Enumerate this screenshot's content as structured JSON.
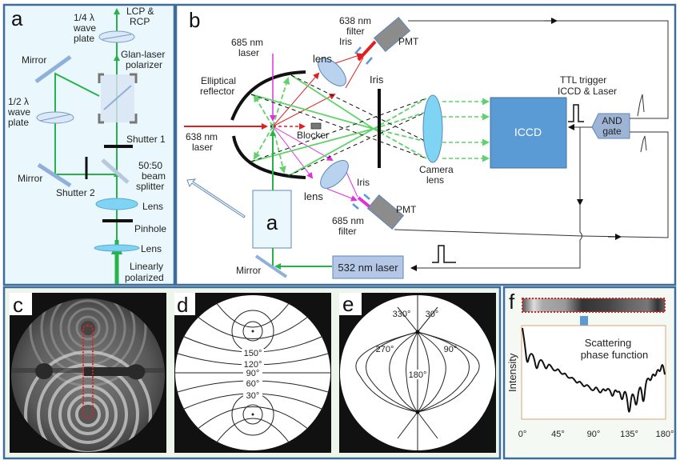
{
  "figure": {
    "colors": {
      "frame": "#3f6d9a",
      "panel_a_bg": "#eaf8fd",
      "panel_bottom_bg": "#eef5ea",
      "green_beam": "#26b44a",
      "green_dashed": "#5fd36a",
      "red_beam": "#e02020",
      "magenta_beam": "#e030e0",
      "lens_fill": "#b9d2ee",
      "camera_lens_fill": "#7fd4f4",
      "iccd_fill": "#5b9bd5",
      "and_gate_fill": "#9db4d4",
      "laser532_fill": "#b4c7e7",
      "pmt_fill": "#8c8c8c",
      "plot_border": "#d9a57a",
      "arrow_blue": "#5b9bd5"
    },
    "panel_a": {
      "letter": "a",
      "labels": {
        "lcp_rcp_1": "LCP &",
        "lcp_rcp_2": "RCP",
        "quarter_wave_1": "1/4 λ",
        "quarter_wave_2": "wave",
        "quarter_wave_3": "plate",
        "glan_1": "Glan-laser",
        "glan_2": "polarizer",
        "mirror_top": "Mirror",
        "half_wave_1": "1/2 λ",
        "half_wave_2": "wave",
        "half_wave_3": "plate",
        "shutter1": "Shutter 1",
        "splitter_1": "50:50",
        "splitter_2": "beam",
        "splitter_3": "splitter",
        "mirror_bottom": "Mirror",
        "shutter2": "Shutter 2",
        "lens_top": "Lens",
        "pinhole": "Pinhole",
        "lens_bottom": "Lens",
        "linear_1": "Linearly",
        "linear_2": "polarized"
      }
    },
    "panel_b": {
      "letter": "b",
      "labels": {
        "laser685_1": "685 nm",
        "laser685_2": "laser",
        "elliptical_1": "Elliptical",
        "elliptical_2": "reflector",
        "laser638_1": "638 nm",
        "laser638_2": "laser",
        "lens_top": "lens",
        "lens_bottom": "lens",
        "blocker": "Blocker",
        "filter638_1": "638 nm",
        "filter638_2": "filter",
        "iris_top": "Iris",
        "pmt_top": "PMT",
        "iris_center": "Iris",
        "camera_lens_1": "Camera",
        "camera_lens_2": "lens",
        "iccd": "ICCD",
        "ttl_1": "TTL trigger",
        "ttl_2": "ICCD & Laser",
        "and_1": "AND",
        "and_2": "gate",
        "iris_bottom": "Iris",
        "filter685_1": "685 nm",
        "filter685_2": "filter",
        "pmt_bottom": "PMT",
        "box_a": "a",
        "mirror": "Mirror",
        "laser532": "532 nm laser"
      }
    },
    "panel_c": {
      "letter": "c"
    },
    "panel_d": {
      "letter": "d",
      "angle_labels": [
        "150°",
        "120°",
        "90°",
        "60°",
        "30°"
      ]
    },
    "panel_e": {
      "letter": "e",
      "angle_labels": [
        "330°",
        "30°",
        "270°",
        "90°",
        "180°"
      ]
    },
    "panel_f": {
      "letter": "f",
      "annotation_1": "Scattering",
      "annotation_2": "phase function",
      "ylabel": "Intensity",
      "xticks": [
        "0°",
        "45°",
        "90°",
        "135°",
        "180°"
      ]
    }
  },
  "chart_data": {
    "type": "line",
    "title": "Scattering phase function",
    "xlabel": "",
    "ylabel": "Intensity",
    "xlim": [
      0,
      180
    ],
    "ylim": [
      0,
      1
    ],
    "x_tick_labels": [
      "0°",
      "45°",
      "90°",
      "135°",
      "180°"
    ],
    "grid": false,
    "series": [
      {
        "name": "phase function",
        "x": [
          0,
          3,
          6,
          9,
          12,
          15,
          18,
          21,
          24,
          27,
          30,
          33,
          36,
          39,
          42,
          45,
          48,
          51,
          54,
          57,
          60,
          63,
          66,
          69,
          72,
          75,
          78,
          81,
          84,
          87,
          90,
          93,
          96,
          99,
          102,
          105,
          108,
          111,
          114,
          117,
          120,
          123,
          126,
          129,
          132,
          135,
          138,
          141,
          144,
          147,
          150,
          153,
          156,
          159,
          162,
          165,
          168,
          171,
          174,
          177,
          180
        ],
        "values": [
          1.0,
          0.82,
          0.58,
          0.7,
          0.72,
          0.66,
          0.52,
          0.63,
          0.65,
          0.6,
          0.53,
          0.6,
          0.58,
          0.53,
          0.52,
          0.55,
          0.5,
          0.48,
          0.5,
          0.45,
          0.44,
          0.45,
          0.42,
          0.38,
          0.41,
          0.38,
          0.34,
          0.37,
          0.35,
          0.31,
          0.3,
          0.35,
          0.3,
          0.27,
          0.33,
          0.29,
          0.33,
          0.3,
          0.22,
          0.32,
          0.28,
          0.3,
          0.17,
          0.31,
          0.25,
          0.0,
          0.27,
          0.25,
          0.1,
          0.32,
          0.35,
          0.12,
          0.4,
          0.45,
          0.4,
          0.5,
          0.45,
          0.55,
          0.5,
          0.62,
          0.48
        ]
      }
    ]
  }
}
